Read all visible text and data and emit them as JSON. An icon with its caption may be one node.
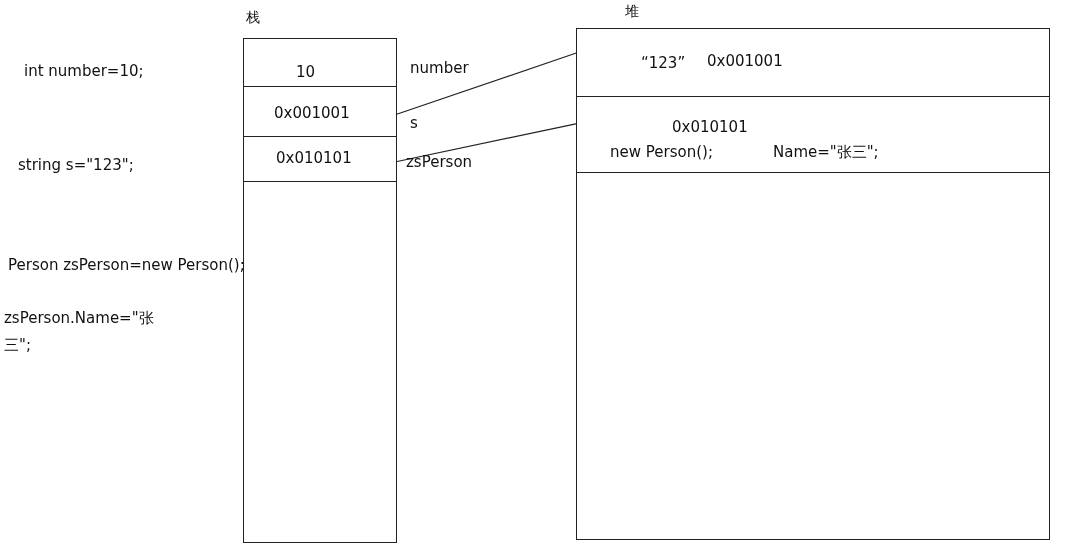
{
  "diagram": {
    "nodes": [
      {
        "text": [
          "栈"
        ]
      },
      {
        "text": [
          "10"
        ],
        "in": 0,
        "beside": [
          "number"
        ]
      },
      {
        "text": [
          "0x001001"
        ],
        "in": 0,
        "beside": [
          "s"
        ]
      },
      {
        "text": [
          "0x010101"
        ],
        "in": 0,
        "beside": [
          "zsPerson"
        ]
      },
      {
        "text": [
          "堆"
        ]
      },
      {
        "text": [
          "“123”",
          "0x001001"
        ],
        "in": 4
      },
      {
        "text": [
          "0x010101",
          "new Person();",
          "Name=\"张三\";"
        ],
        "in": 4
      }
    ],
    "edges": [
      {
        "from": 2,
        "to": 5,
        "arrow": "none"
      },
      {
        "from": 3,
        "to": 6,
        "arrow": "none"
      }
    ],
    "labels": [
      "int number=10;",
      "string s=\"123\";",
      "Person zsPerson=new Person();",
      "zsPerson.Name=\"张三\";"
    ]
  }
}
